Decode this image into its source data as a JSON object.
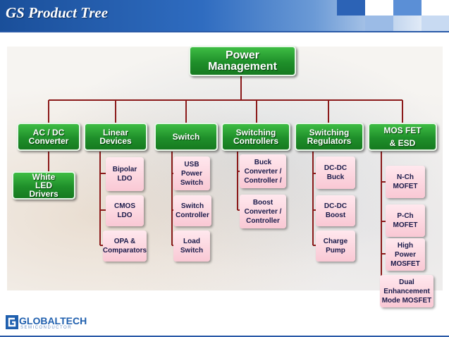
{
  "title": "GS Product Tree",
  "root": "Power\nManagement",
  "categories": [
    {
      "label": "AC / DC\nConverter",
      "children": [
        "White\nLED\nDrivers"
      ]
    },
    {
      "label": "Linear\nDevices",
      "children": [
        "Bipolar\nLDO",
        "CMOS\nLDO",
        "OPA &\nComparators"
      ]
    },
    {
      "label": "Switch",
      "children": [
        "USB\nPower\nSwitch",
        "Switch\nController",
        "Load\nSwitch"
      ]
    },
    {
      "label": "Switching\nControllers",
      "children": [
        "Buck\nConverter /\nController /",
        "Boost\nConverter /\nController"
      ]
    },
    {
      "label": "Switching\nRegulators",
      "children": [
        "DC-DC\nBuck",
        "DC-DC\nBoost",
        "Charge\nPump"
      ]
    },
    {
      "label": "MOS FET\n& ESD",
      "children": [
        "N-Ch\nMOFET",
        "P-Ch\nMOFET",
        "High\nPower\nMOSFET",
        "Dual\nEnhancement\nMode MOSFET"
      ]
    }
  ],
  "logo": {
    "name": "GLOBALTECH",
    "sub": "SEMICONDUCTOR"
  },
  "colors": {
    "header": "#2f6cc0",
    "node_green": "#1f8f2a",
    "node_pink": "#f9c8d4",
    "connector": "#8b1a1a"
  }
}
